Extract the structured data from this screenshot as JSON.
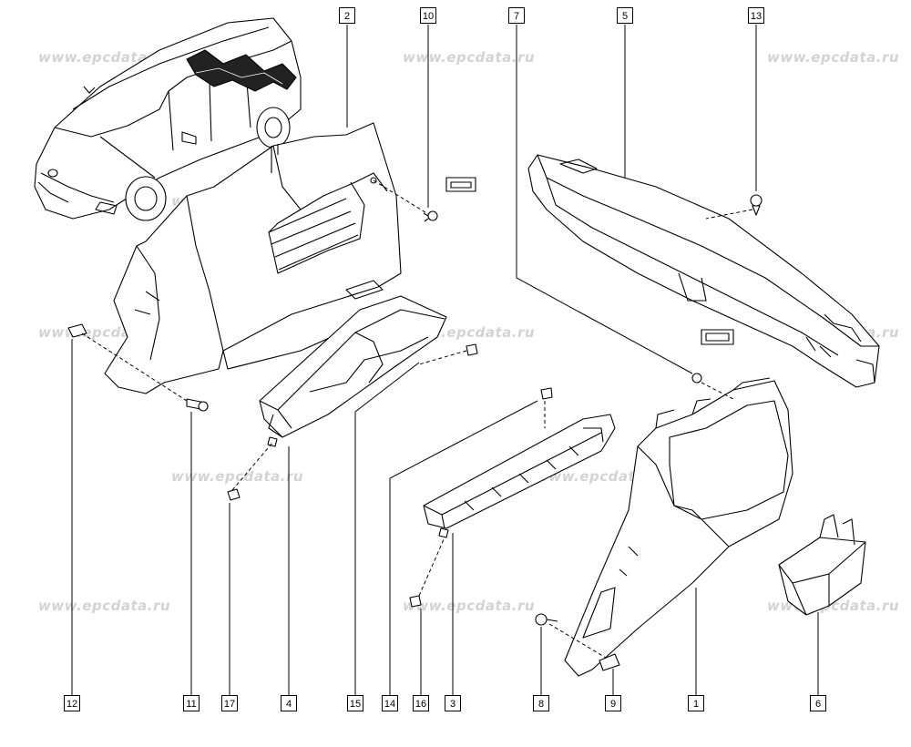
{
  "diagram": {
    "watermark": "www.epcdata.ru",
    "parts": [
      {
        "label": "1"
      },
      {
        "label": "2"
      },
      {
        "label": "3"
      },
      {
        "label": "4"
      },
      {
        "label": "5"
      },
      {
        "label": "6"
      },
      {
        "label": "7"
      },
      {
        "label": "8"
      },
      {
        "label": "9"
      },
      {
        "label": "10"
      },
      {
        "label": "11"
      },
      {
        "label": "12"
      },
      {
        "label": "13"
      },
      {
        "label": "14"
      },
      {
        "label": "15"
      },
      {
        "label": "16"
      },
      {
        "label": "17"
      }
    ]
  }
}
